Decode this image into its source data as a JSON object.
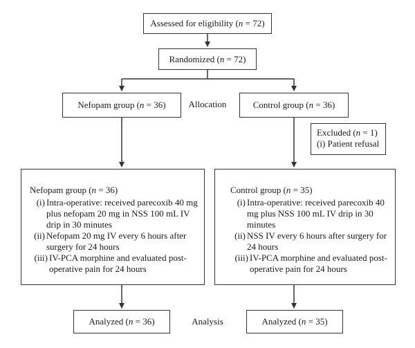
{
  "boxes": {
    "assessed": {
      "prefix": "Assessed for eligibility (",
      "n": "n",
      "suffix": " = 72)"
    },
    "randomized": {
      "prefix": "Randomized (",
      "n": "n",
      "suffix": " = 72)"
    },
    "nefopam_alloc": {
      "prefix": "Nefopam group (",
      "n": "n",
      "suffix": " = 36)"
    },
    "control_alloc": {
      "prefix": "Control group (",
      "n": "n",
      "suffix": " = 36)"
    },
    "excluded": {
      "prefix": "Excluded (",
      "n": "n",
      "suffix": " = 1)",
      "items": [
        {
          "num": "(i)",
          "text": "Patient refusal"
        }
      ]
    },
    "nefopam_detail": {
      "prefix": "Nefopam group (",
      "n": "n",
      "suffix": " = 36)",
      "items": [
        {
          "num": "(i)",
          "text": "Intra-operative: received parecoxib 40 mg plus nefopam 20 mg in NSS 100 mL IV drip in 30 minutes"
        },
        {
          "num": "(ii)",
          "text": "Nefopam 20 mg IV every 6 hours after surgery for 24 hours"
        },
        {
          "num": "(iii)",
          "text": "IV-PCA morphine and evaluated post-operative pain for 24 hours"
        }
      ]
    },
    "control_detail": {
      "prefix": "Control group (",
      "n": "n",
      "suffix": " = 35)",
      "items": [
        {
          "num": "(i)",
          "text": "Intra-operative: received parecoxib 40 mg plus NSS 100 mL IV drip in 30 minutes"
        },
        {
          "num": "(ii)",
          "text": "NSS IV every 6 hours after surgery for 24 hours"
        },
        {
          "num": "(iii)",
          "text": "IV-PCA morphine and evaluated post-operative pain for 24 hours"
        }
      ]
    },
    "nefopam_analyzed": {
      "prefix": "Analyzed (",
      "n": "n",
      "suffix": " = 36)"
    },
    "control_analyzed": {
      "prefix": "Analyzed (",
      "n": "n",
      "suffix": " = 35)"
    }
  },
  "labels": {
    "allocation": "Allocation",
    "analysis": "Analysis"
  },
  "colors": {
    "stroke": "#333333",
    "text": "#1a1a1a"
  }
}
